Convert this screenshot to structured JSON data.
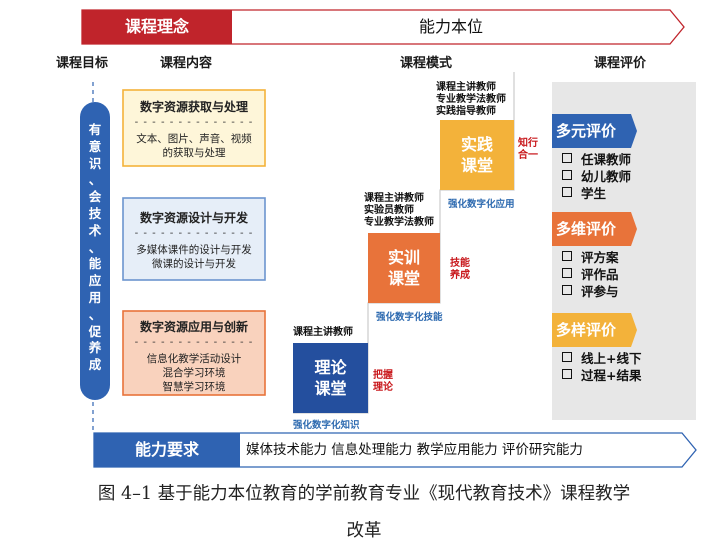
{
  "top_bar": {
    "label": "课程理念",
    "value": "能力本位"
  },
  "column_headers": {
    "goal": "课程目标",
    "content": "课程内容",
    "mode": "课程模式",
    "evaluation": "课程评价"
  },
  "goal_text": [
    "有",
    "意",
    "识",
    "、",
    "会",
    "技",
    "术",
    "、",
    "能",
    "应",
    "用",
    "、",
    "促",
    "养",
    "成"
  ],
  "content_boxes": [
    {
      "title": "数字资源获取与处理",
      "dashes": "- - - - - - - - - - - - - -",
      "lines": [
        "文本、图片、声音、视频",
        "的获取与处理"
      ]
    },
    {
      "title": "数字资源设计与开发",
      "dashes": "- - - - - - - - - - - - - -",
      "lines": [
        "多媒体课件的设计与开发",
        "微课的设计与开发"
      ]
    },
    {
      "title": "数字资源应用与创新",
      "dashes": "- - - - - - - - - - - - - -",
      "lines": [
        "信息化教学活动设计",
        "混合学习环境",
        "智慧学习环境"
      ]
    }
  ],
  "steps": [
    {
      "teachers": [
        "课程主讲教师"
      ],
      "title": [
        "理论",
        "课堂"
      ],
      "note": [
        "把握",
        "理论"
      ],
      "caption": "强化数字化知识"
    },
    {
      "teachers": [
        "课程主讲教师",
        "实验员教师",
        "专业教学法教师"
      ],
      "title": [
        "实训",
        "课堂"
      ],
      "note": [
        "技能",
        "养成"
      ],
      "caption": "强化数字化技能"
    },
    {
      "teachers": [
        "课程主讲教师",
        "专业教学法教师",
        "实践指导教师"
      ],
      "title": [
        "实践",
        "课堂"
      ],
      "note": [
        "知行",
        "合一"
      ],
      "caption": "强化数字化应用"
    }
  ],
  "evaluations": [
    {
      "title": "多元评价",
      "items": [
        "任课教师",
        "幼儿教师",
        "学生"
      ]
    },
    {
      "title": "多维评价",
      "items": [
        "评方案",
        "评作品",
        "评参与"
      ]
    },
    {
      "title": "多样评价",
      "items": [
        "线上+线下",
        "过程+结果"
      ]
    }
  ],
  "bottom_bar": {
    "label": "能力要求",
    "value": "媒体技术能力 信息处理能力 教学应用能力 评价研究能力"
  },
  "caption": [
    "图 4–1 基于能力本位教育的学前教育专业《现代教育技术》课程教学",
    "改革"
  ],
  "colors": {
    "red": "#c0242b",
    "blue": "#2f63b2",
    "dark_blue": "#244f9e",
    "orange": "#e8733a",
    "yellow": "#f3b23a",
    "light_gray": "#e7e7e7",
    "box_yellow_fill": "#fef6d9",
    "box_blue_fill": "#e6eef8",
    "box_orange_fill": "#f9d2bd"
  }
}
